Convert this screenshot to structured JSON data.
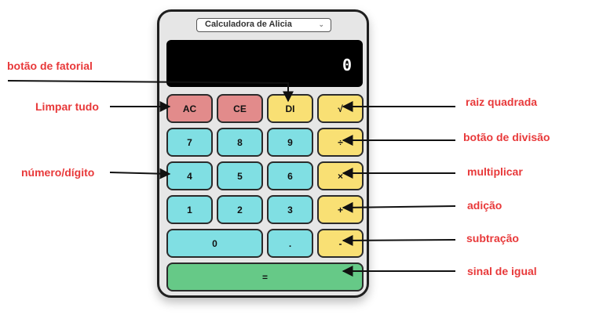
{
  "app": {
    "title": "Calculadora de Alicia",
    "display_value": "0"
  },
  "keys": {
    "ac": "AC",
    "ce": "CE",
    "di": "DI",
    "sqrt": "√",
    "seven": "7",
    "eight": "8",
    "nine": "9",
    "divide": "÷",
    "four": "4",
    "five": "5",
    "six": "6",
    "multiply": "×",
    "one": "1",
    "two": "2",
    "three": "3",
    "add": "+",
    "zero": "0",
    "dot": ".",
    "subtract": "-",
    "equals": "="
  },
  "annotations": {
    "factorial": "botão de fatorial",
    "clear_all": "Limpar tudo",
    "digit": "número/dígito",
    "square_root": "raiz quadrada",
    "division": "botão de divisão",
    "multiply": "multiplicar",
    "addition": "adição",
    "subtraction": "subtração",
    "equals": "sinal de igual"
  },
  "colors": {
    "annotation": "#e8393a",
    "key_red": "#e28b8b",
    "key_yellow": "#f9e074",
    "key_cyan": "#80dfe3",
    "key_green": "#66c987",
    "display_bg": "#000000"
  }
}
